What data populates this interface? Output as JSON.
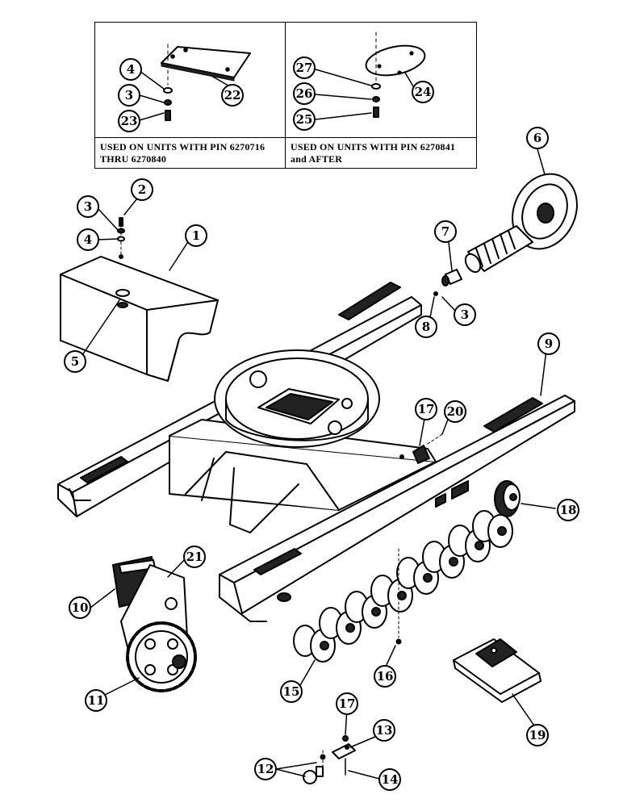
{
  "inset_left": {
    "caption_line1": "USED ON UNITS WITH PIN 6270716",
    "caption_line2": "THRU 6270840"
  },
  "inset_right": {
    "caption_line1": "USED ON UNITS WITH PIN 6270841",
    "caption_line2": "and AFTER"
  },
  "callouts": {
    "c1": "1",
    "c2": "2",
    "c3a": "3",
    "c3b": "3",
    "c3c": "3",
    "c4a": "4",
    "c4b": "4",
    "c5": "5",
    "c6": "6",
    "c7": "7",
    "c8": "8",
    "c9": "9",
    "c10": "10",
    "c11": "11",
    "c12": "12",
    "c13": "13",
    "c14": "14",
    "c15": "15",
    "c16": "16",
    "c17a": "17",
    "c17b": "17",
    "c18": "18",
    "c19": "19",
    "c20": "20",
    "c21": "21",
    "c22": "22",
    "c23": "23",
    "c24": "24",
    "c25": "25",
    "c26": "26",
    "c27": "27"
  }
}
